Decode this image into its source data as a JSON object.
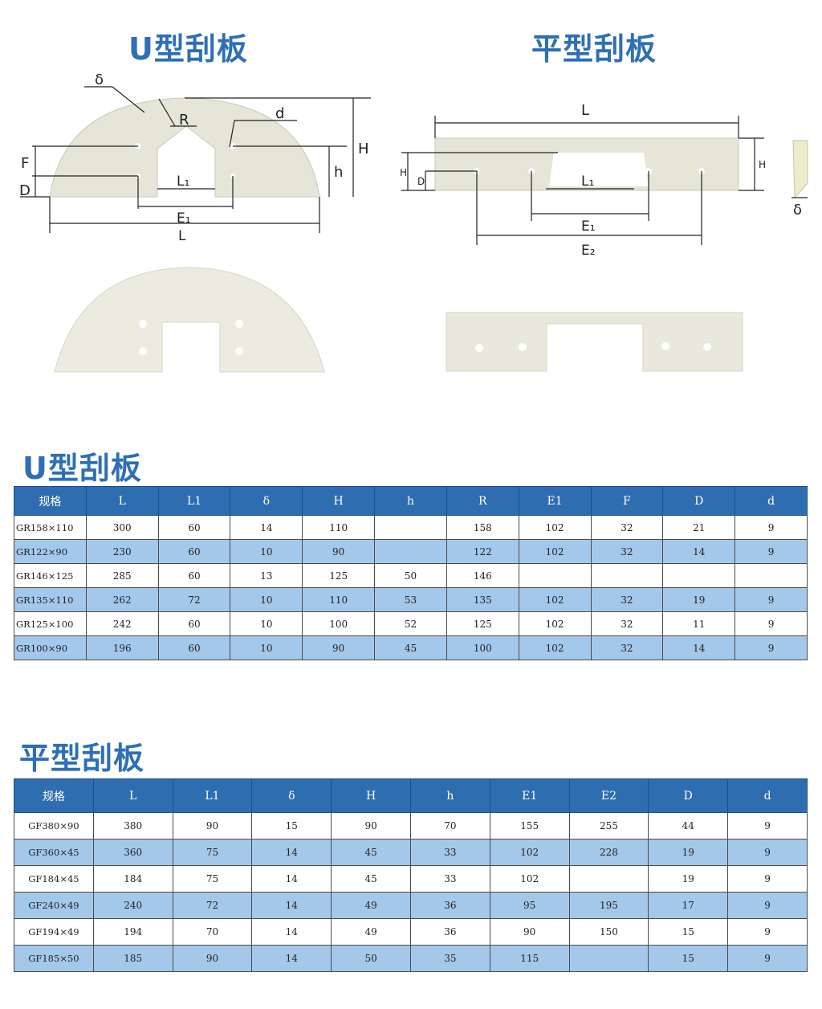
{
  "headings": {
    "u_diagram": "U型刮板",
    "flat_diagram": "平型刮板",
    "u_table": "U型刮板",
    "flat_table": "平型刮板"
  },
  "u_diagram_labels": {
    "delta": "δ",
    "R": "R",
    "d": "d",
    "F": "F",
    "D": "D",
    "h": "h",
    "H": "H",
    "L1": "L₁",
    "E1": "E₁",
    "L": "L"
  },
  "flat_diagram_labels": {
    "L": "L",
    "H_left": "H",
    "D": "D",
    "H_right": "H",
    "L1": "L₁",
    "E1": "E₁",
    "E2": "E₂",
    "delta": "δ"
  },
  "u_table": {
    "headers": [
      "规格",
      "L",
      "L1",
      "δ",
      "H",
      "h",
      "R",
      "E1",
      "F",
      "D",
      "d"
    ],
    "rows": [
      [
        "GR158×110",
        "300",
        "60",
        "14",
        "110",
        "",
        "158",
        "102",
        "32",
        "21",
        "9"
      ],
      [
        "GR122×90",
        "230",
        "60",
        "10",
        "90",
        "",
        "122",
        "102",
        "32",
        "14",
        "9"
      ],
      [
        "GR146×125",
        "285",
        "60",
        "13",
        "125",
        "50",
        "146",
        "",
        "",
        "",
        ""
      ],
      [
        "GR135×110",
        "262",
        "72",
        "10",
        "110",
        "53",
        "135",
        "102",
        "32",
        "19",
        "9"
      ],
      [
        "GR125×100",
        "242",
        "60",
        "10",
        "100",
        "52",
        "125",
        "102",
        "32",
        "11",
        "9"
      ],
      [
        "GR100×90",
        "196",
        "60",
        "10",
        "90",
        "45",
        "100",
        "102",
        "32",
        "14",
        "9"
      ]
    ]
  },
  "flat_table": {
    "headers": [
      "规格",
      "L",
      "L1",
      "δ",
      "H",
      "h",
      "E1",
      "E2",
      "D",
      "d"
    ],
    "rows": [
      [
        "GF380×90",
        "380",
        "90",
        "15",
        "90",
        "70",
        "155",
        "255",
        "44",
        "9"
      ],
      [
        "GF360×45",
        "360",
        "75",
        "14",
        "45",
        "33",
        "102",
        "228",
        "19",
        "9"
      ],
      [
        "GF184×45",
        "184",
        "75",
        "14",
        "45",
        "33",
        "102",
        "",
        "19",
        "9"
      ],
      [
        "GF240×49",
        "240",
        "72",
        "14",
        "49",
        "36",
        "95",
        "195",
        "17",
        "9"
      ],
      [
        "GF194×49",
        "194",
        "70",
        "14",
        "49",
        "36",
        "90",
        "150",
        "15",
        "9"
      ],
      [
        "GF185×50",
        "185",
        "90",
        "14",
        "50",
        "35",
        "115",
        "",
        "15",
        "9"
      ]
    ]
  },
  "colors": {
    "heading_blue": "#2e6fb5",
    "table_header": "#2f6db1",
    "table_alt_row": "#a4c8ea",
    "part_fill": "#e6e6d8"
  }
}
